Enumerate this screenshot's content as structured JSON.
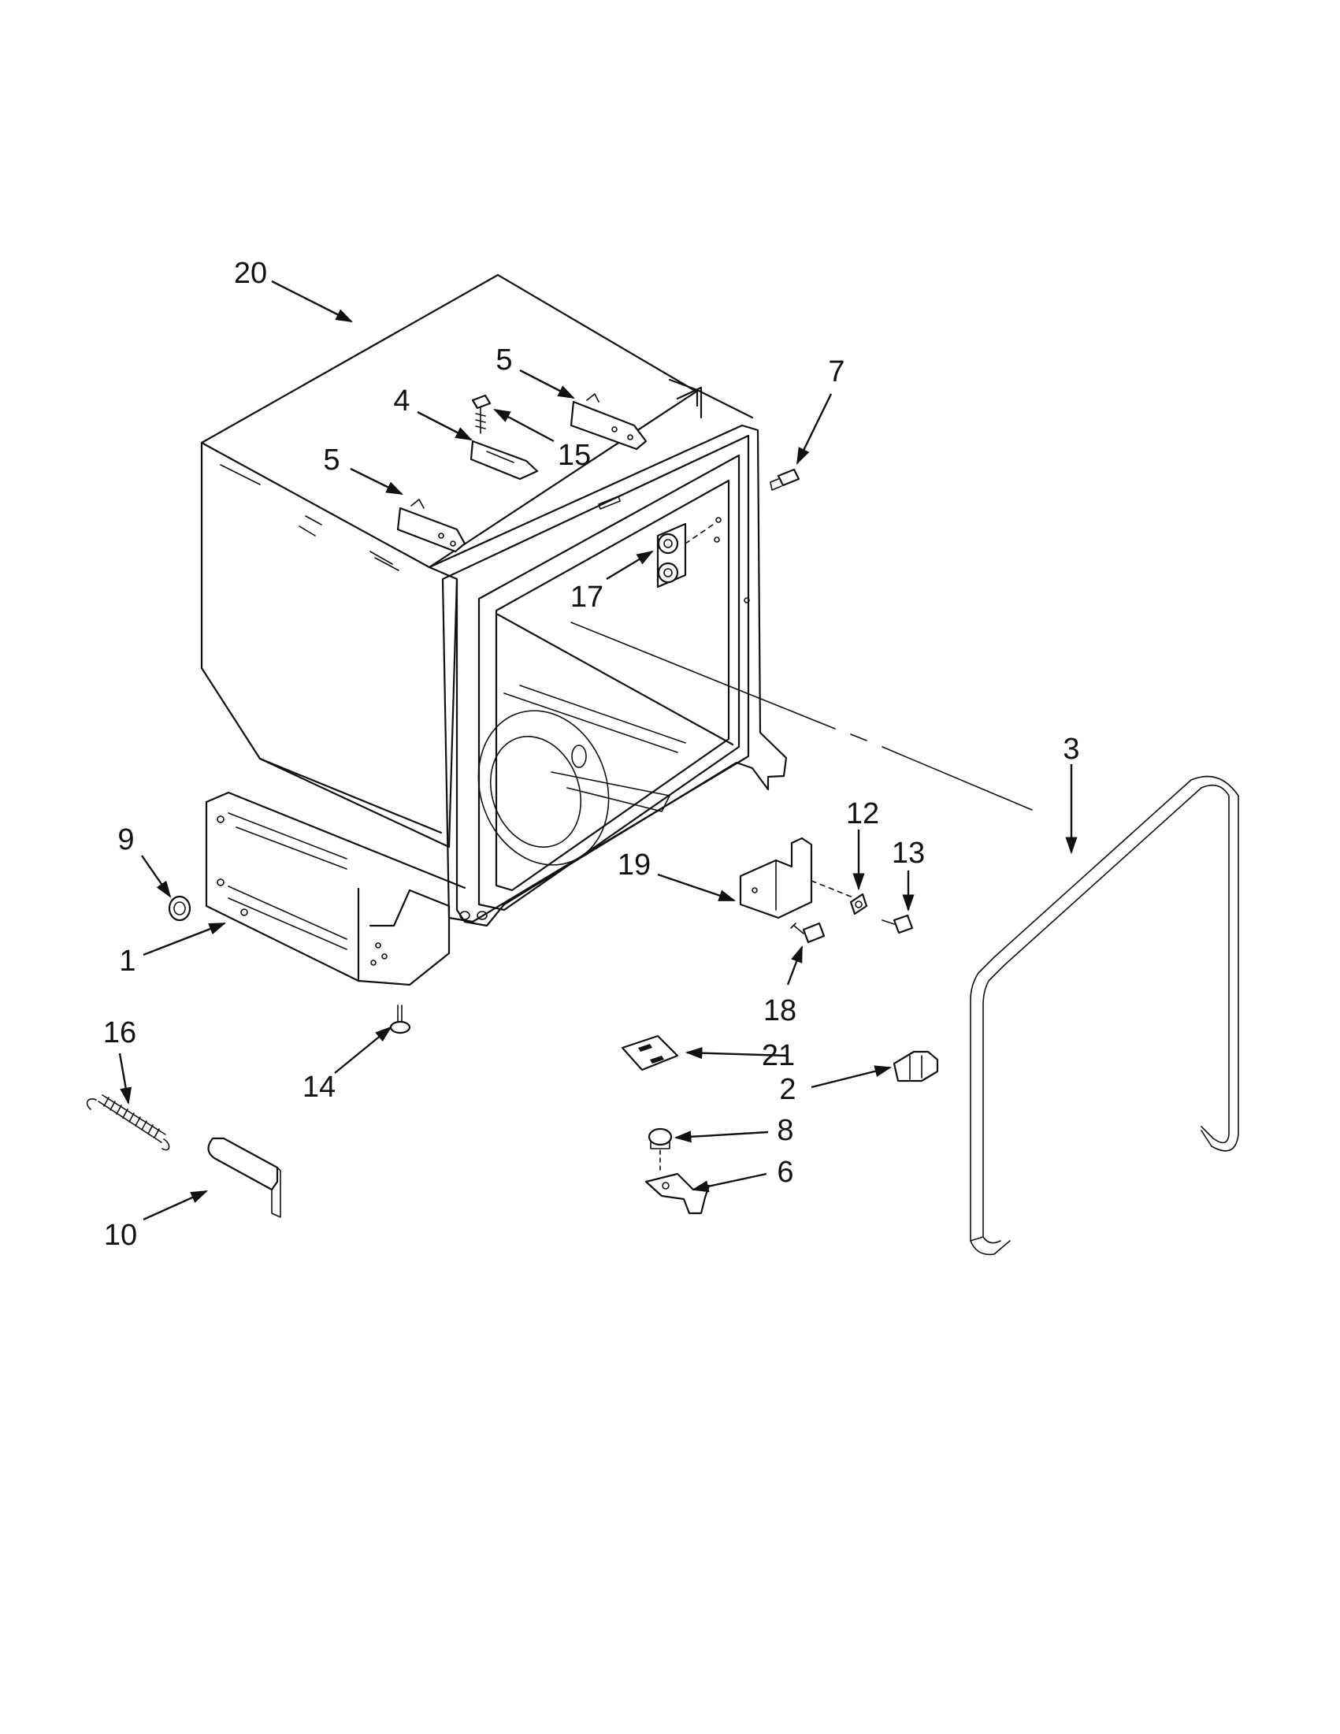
{
  "diagram": {
    "callouts": [
      {
        "id": "20",
        "label": "20"
      },
      {
        "id": "5a",
        "label": "5"
      },
      {
        "id": "5b",
        "label": "5"
      },
      {
        "id": "4",
        "label": "4"
      },
      {
        "id": "15",
        "label": "15"
      },
      {
        "id": "7",
        "label": "7"
      },
      {
        "id": "17",
        "label": "17"
      },
      {
        "id": "3",
        "label": "3"
      },
      {
        "id": "9",
        "label": "9"
      },
      {
        "id": "12",
        "label": "12"
      },
      {
        "id": "13",
        "label": "13"
      },
      {
        "id": "19",
        "label": "19"
      },
      {
        "id": "1",
        "label": "1"
      },
      {
        "id": "18",
        "label": "18"
      },
      {
        "id": "16",
        "label": "16"
      },
      {
        "id": "21",
        "label": "21"
      },
      {
        "id": "14",
        "label": "14"
      },
      {
        "id": "2",
        "label": "2"
      },
      {
        "id": "8",
        "label": "8"
      },
      {
        "id": "6",
        "label": "6"
      },
      {
        "id": "10",
        "label": "10"
      }
    ]
  }
}
